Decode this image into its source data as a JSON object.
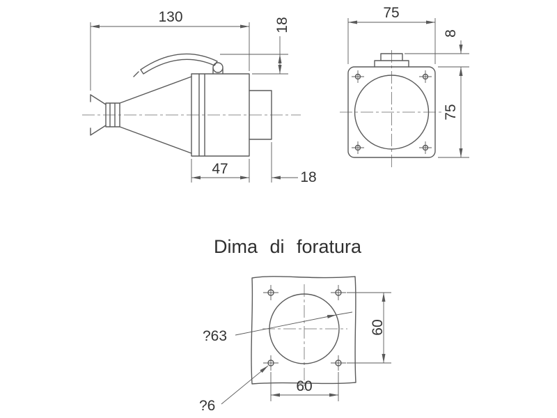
{
  "title": "Dima di foratura",
  "side_view": {
    "length": "130",
    "lid_height": "18",
    "body_depth": "47",
    "flange_depth": "18"
  },
  "front_view": {
    "width": "75",
    "tab_height": "8",
    "height": "75"
  },
  "drill_template": {
    "circle_diameter": "?63",
    "vertical_spacing": "60",
    "horizontal_spacing": "60",
    "hole_diameter": "?6"
  },
  "colors": {
    "line": "#5a5a5a",
    "text": "#333333",
    "background": "#ffffff"
  }
}
